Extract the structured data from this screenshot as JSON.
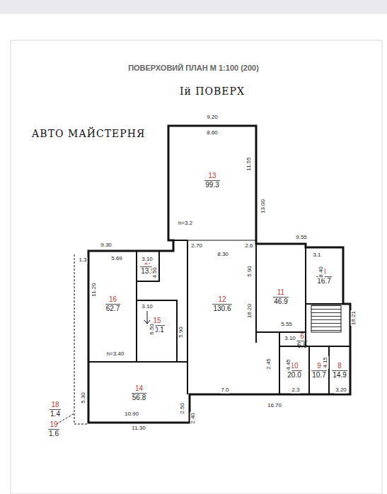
{
  "diagram": {
    "title": "ПОВЕРХОВИЙ ПЛАН М 1:100 (200)",
    "nodes": [
      {
        "text": [
          "13",
          "99.3"
        ]
      },
      {
        "text": [
          "12",
          "130.6"
        ]
      },
      {
        "text": [
          "11",
          "46.9"
        ]
      },
      {
        "text": [
          "3",
          "16.7"
        ]
      },
      {
        "text": [
          "6",
          "6.5"
        ]
      },
      {
        "text": [
          "17",
          "13.9"
        ]
      },
      {
        "text": [
          "16",
          "62.7"
        ]
      },
      {
        "text": [
          "15",
          "20.1"
        ]
      },
      {
        "text": [
          "10",
          "20.0"
        ]
      },
      {
        "text": [
          "9",
          "10.7"
        ]
      },
      {
        "text": [
          "8",
          "14.9"
        ]
      },
      {
        "text": [
          "14",
          "56.8"
        ]
      },
      {
        "text": [
          "18",
          "1.4"
        ]
      },
      {
        "text": [
          "19",
          "1.6"
        ]
      }
    ],
    "labels": [
      "Iй ПОВЕРХ",
      "АВТО МАЙСТЕРНЯ",
      "9,20",
      "8.60",
      "11.55",
      "13.00",
      "h=3.2",
      "2.70",
      "2.6",
      "8.30",
      "5.90",
      "9.55",
      "3.1",
      "8.40",
      "16.21",
      "16.20",
      "5.55",
      "3.10",
      "2.45",
      "7.0",
      "16.70",
      "2.3",
      "3.20",
      "4.45",
      "4.15",
      "9.30",
      "5.69",
      "3.10",
      "4.50",
      "3.10",
      "6.50",
      "5.90",
      "11.20",
      "h=3.40",
      "5.30",
      "10.90",
      "11.30",
      "2.50",
      "2.40",
      "1.3"
    ]
  }
}
